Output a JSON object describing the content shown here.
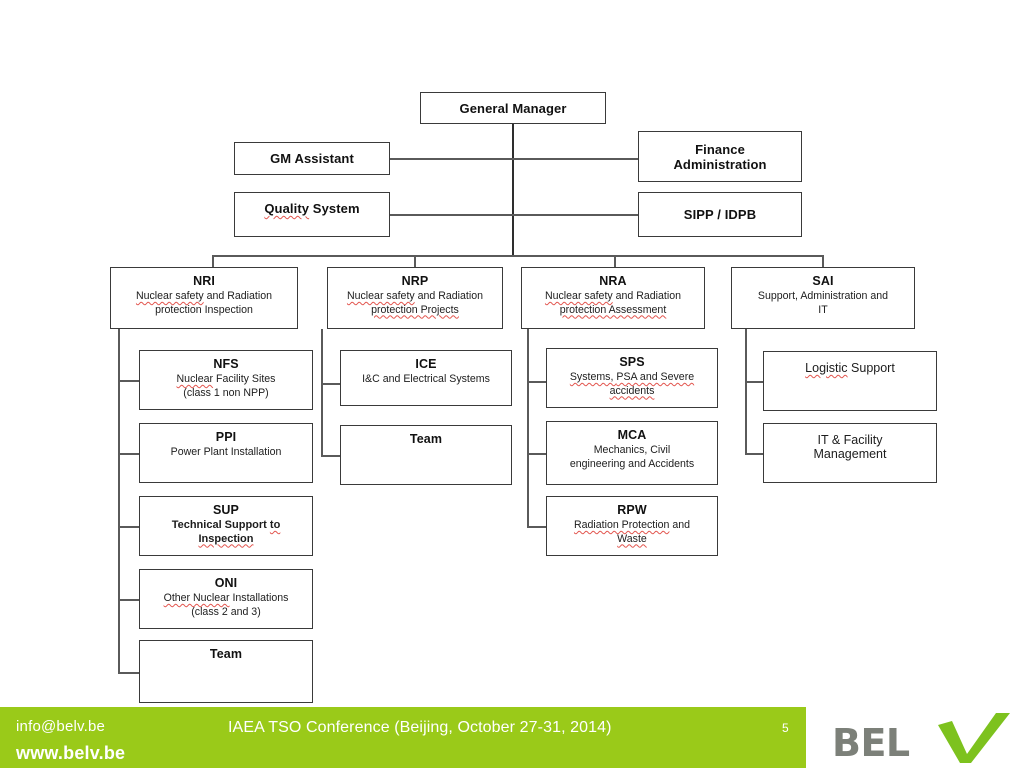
{
  "slide": {
    "type": "organisation-chart",
    "page_number": "5"
  },
  "chart": {
    "top": {
      "general_manager": {
        "title": "General Manager"
      },
      "gm_assistant": {
        "title": "GM Assistant"
      },
      "quality_system": {
        "title_part1": "Quality",
        "title_part2": " System"
      },
      "finance_administration": {
        "line1": "Finance",
        "line2": "Administration"
      },
      "sipp_idpb": {
        "title": "SIPP / IDPB"
      }
    },
    "divisions": [
      {
        "code": "NRI",
        "sub_a": "Nuclear safety",
        "sub_b": " and Radiation",
        "sub_c": "protection Inspection",
        "children": [
          {
            "code": "NFS",
            "line1_a": "Nuclear",
            "line1_b": " Facility Sites",
            "line2": "(class 1 non NPP)"
          },
          {
            "code": "PPI",
            "line1_a": "Power Plant Installation",
            "line1_b": "",
            "line2": ""
          },
          {
            "code": "SUP",
            "line1_a": "Technical Support ",
            "line1_b": "to",
            "line2": "Inspection",
            "bold_sub": true
          },
          {
            "code": "ONI",
            "line1_a": "Other Nuclear",
            "line1_b": " Installations",
            "line2": "(class 2 and 3)"
          },
          {
            "code": "Team",
            "line1_a": "",
            "line1_b": "",
            "line2": ""
          }
        ]
      },
      {
        "code": "NRP",
        "sub_a": "Nuclear safety",
        "sub_b": " and Radiation",
        "sub_c": "protection Projects",
        "children": [
          {
            "code": "ICE",
            "line1_a": "I&C and Electrical Systems",
            "line1_b": "",
            "line2": ""
          },
          {
            "code": "Team",
            "line1_a": "",
            "line1_b": "",
            "line2": ""
          }
        ]
      },
      {
        "code": "NRA",
        "sub_a": "Nuclear safety",
        "sub_b": " and Radiation",
        "sub_c": "protection Assessment",
        "children": [
          {
            "code": "SPS",
            "line1_a": "Systems, ",
            "line1_b": "PSA and Severe",
            "line2": "accidents"
          },
          {
            "code": "MCA",
            "line1_a": "Mechanics, Civil",
            "line1_b": "",
            "line2": "engineering and Accidents"
          },
          {
            "code": "RPW",
            "line1_a": "Radiation Protection",
            "line1_b": " and",
            "line2": "Waste"
          }
        ]
      },
      {
        "code": "SAI",
        "sub_a": "Support, Administration and",
        "sub_b": "",
        "sub_c": "IT",
        "children": [
          {
            "code": "",
            "line1_a": "Logistic",
            "line1_b": " Support",
            "line2": ""
          },
          {
            "code": "",
            "line1_a": "IT & Facility",
            "line1_b": "",
            "line2": "Management"
          }
        ]
      }
    ]
  },
  "footer": {
    "email": "info@belv.be",
    "website": "www.belv.be",
    "conference": "IAEA TSO Conference (Beijing, October 27-31, 2014)",
    "page_number": "5",
    "logo_text": "BEL",
    "logo_mark": "V",
    "band_color": "#9ACA19",
    "logo_gray": "#7C8079"
  }
}
